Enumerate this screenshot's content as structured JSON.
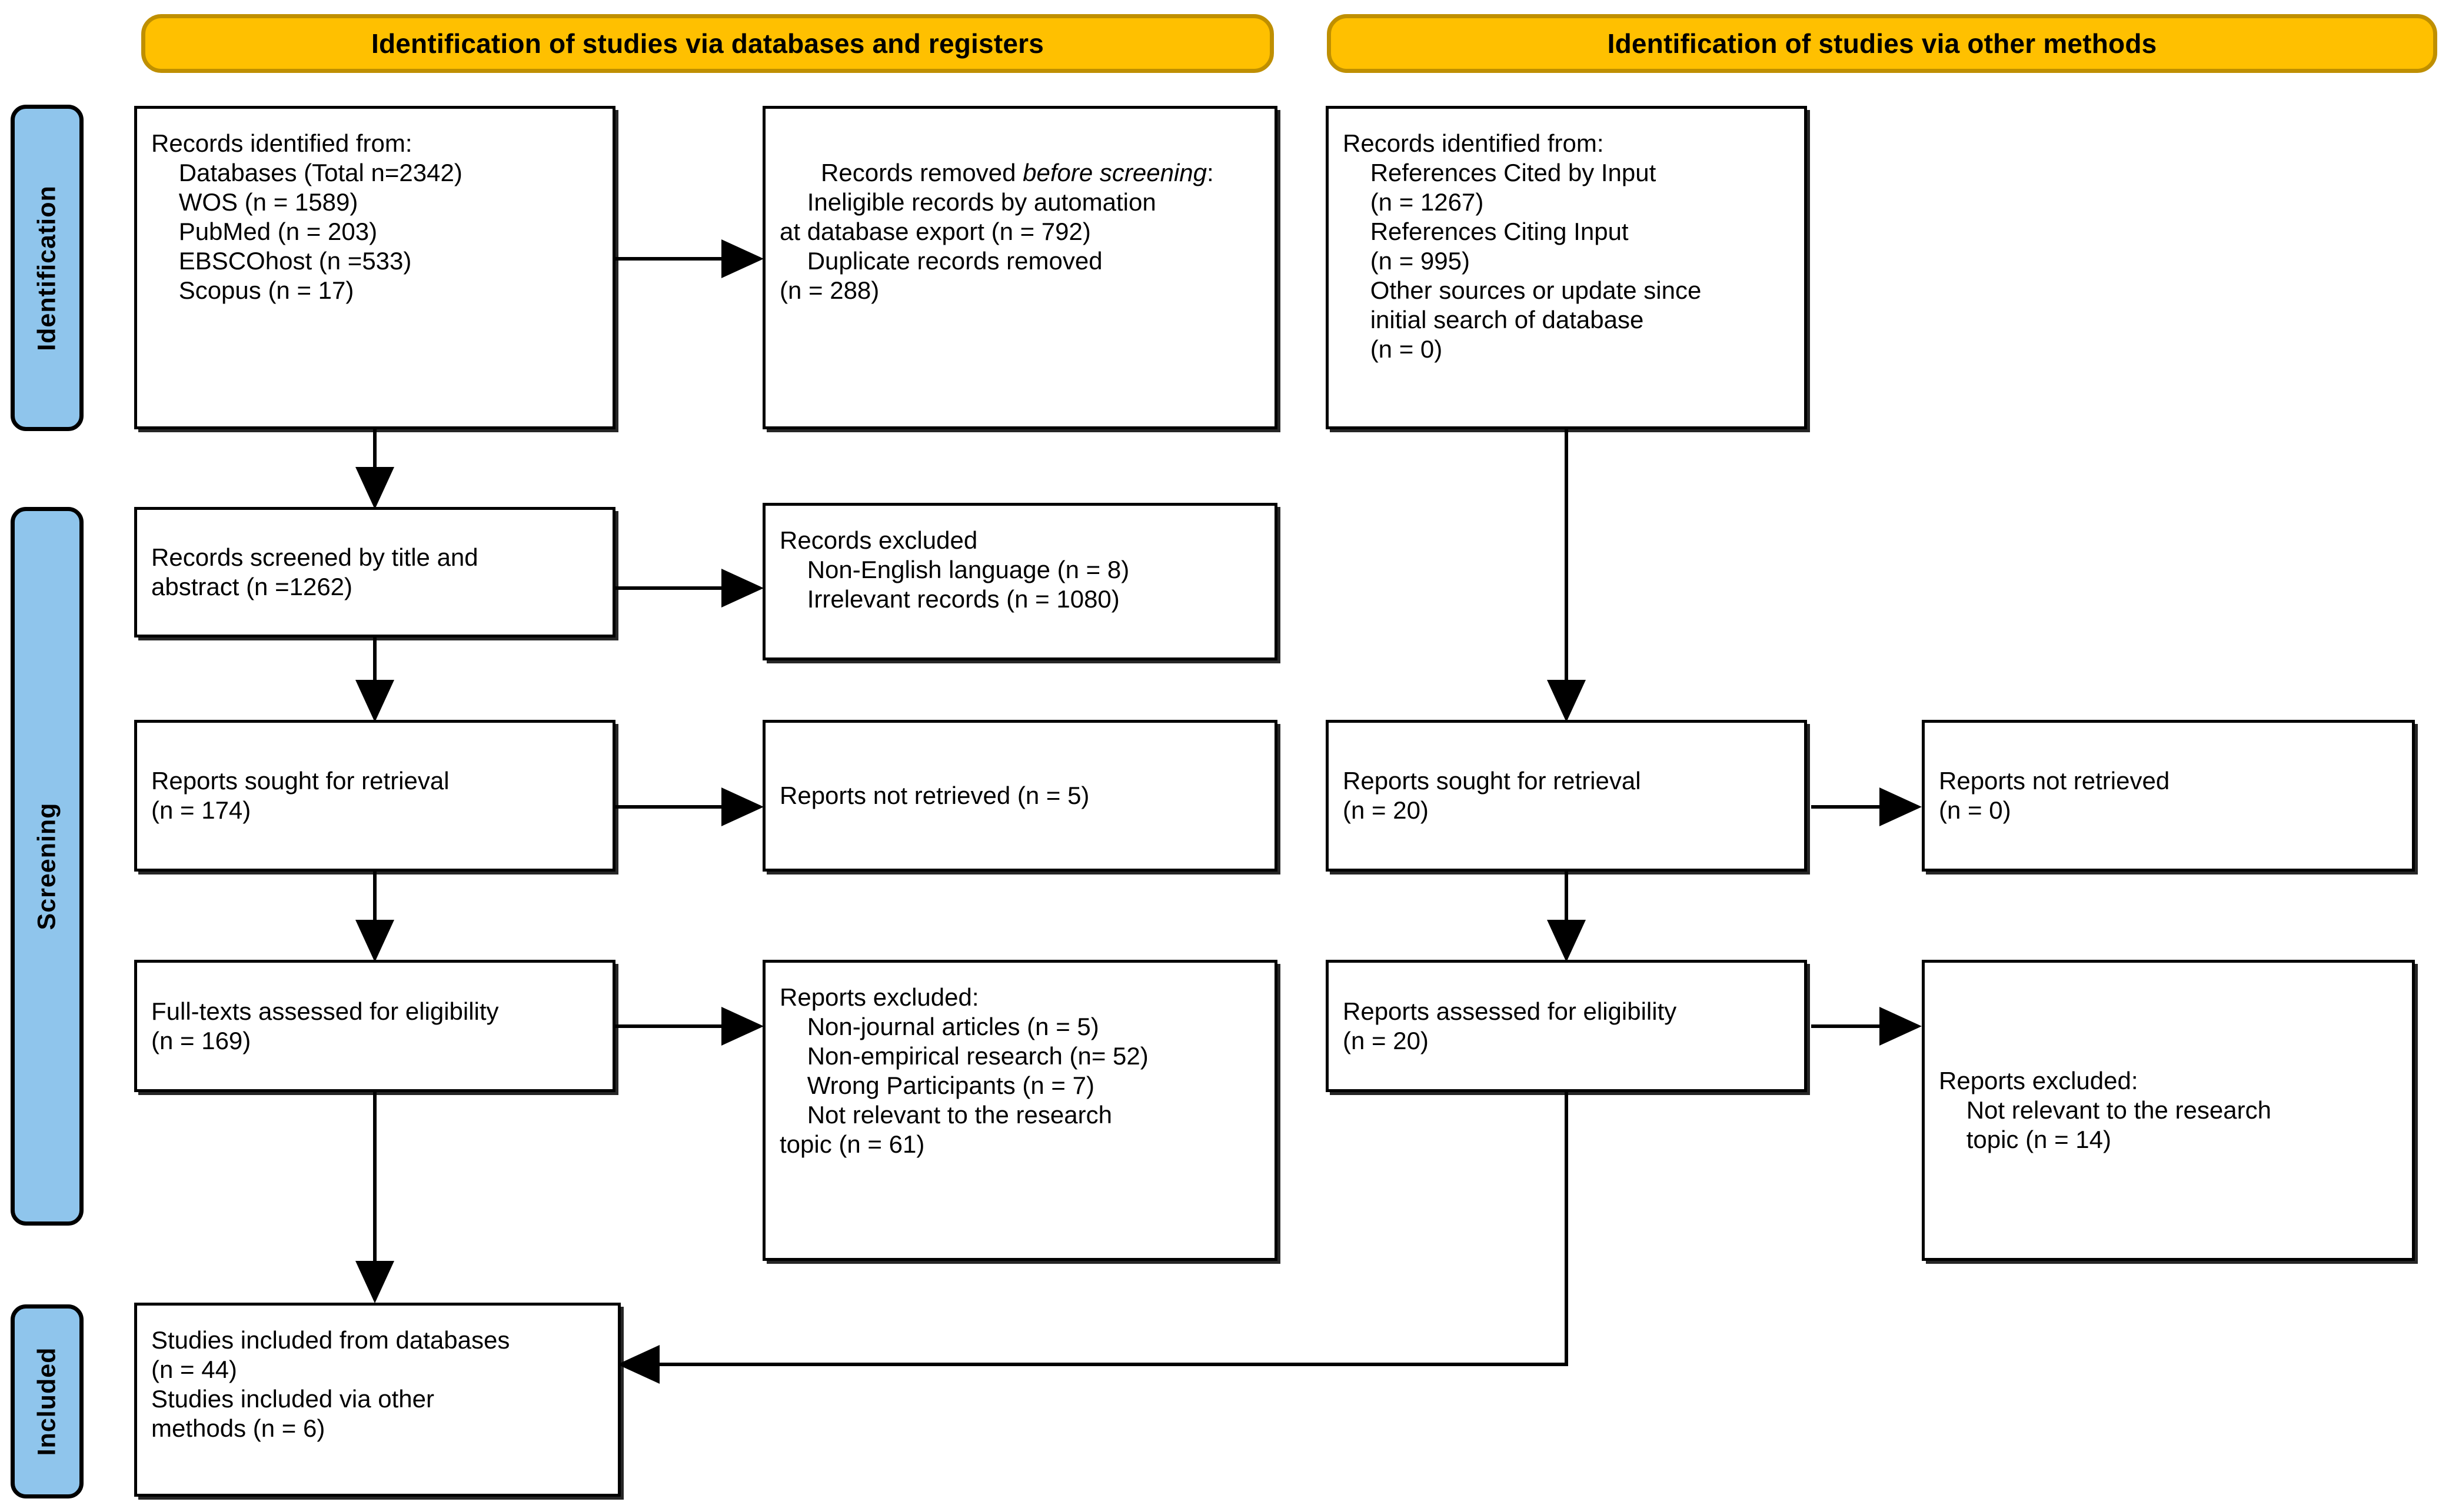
{
  "diagram": {
    "title": "PRISMA 2020 flow diagram",
    "colors": {
      "banner_fill": "#FFC000",
      "banner_border": "#BF8F00",
      "rail_fill": "#8FC5EC",
      "box_border": "#000000",
      "box_fill": "#FFFFFF",
      "text": "#000000"
    }
  },
  "banners": [
    {
      "id": "databases",
      "label": "Identification of studies via databases and registers"
    },
    {
      "id": "other",
      "label": "Identification of studies via other methods"
    }
  ],
  "rails": [
    {
      "id": "identification",
      "label": "Identification"
    },
    {
      "id": "screening",
      "label": "Screening"
    },
    {
      "id": "included",
      "label": "Included"
    }
  ],
  "boxes": {
    "records_identified_db": {
      "name": "records-identified-from-databases",
      "lines": [
        "Records identified from:",
        "    Databases (Total n=2342)",
        "    WOS (n = 1589)",
        "    PubMed (n = 203)",
        "    EBSCOhost (n =533)",
        "    Scopus (n = 17)"
      ]
    },
    "records_removed": {
      "name": "records-removed-before-screening",
      "lead": "Records removed ",
      "lead_italic": "before screening",
      "lead_tail": ":",
      "lines": [
        "    Ineligible records by automation",
        "at database export (n = 792)",
        "    Duplicate records removed",
        "(n = 288)"
      ]
    },
    "records_identified_other": {
      "name": "records-identified-other-methods",
      "lines": [
        "Records identified from:",
        "    References Cited by Input",
        "    (n = 1267)",
        "    References Citing Input",
        "    (n = 995)",
        "    Other sources or update since",
        "    initial search of database",
        "    (n = 0)"
      ]
    },
    "records_screened": {
      "name": "records-screened-title-abstract",
      "lines": [
        "Records screened by title and",
        "abstract (n =1262)"
      ]
    },
    "records_excluded": {
      "name": "records-excluded",
      "lines": [
        "Records excluded",
        "    Non-English language (n = 8)",
        "    Irrelevant records (n = 1080)"
      ]
    },
    "reports_sought_db": {
      "name": "reports-sought-for-retrieval-databases",
      "lines": [
        "Reports sought for retrieval",
        "(n = 174)"
      ]
    },
    "reports_not_retrieved_db": {
      "name": "reports-not-retrieved-databases",
      "lines": [
        "Reports not retrieved (n = 5)"
      ]
    },
    "reports_sought_other": {
      "name": "reports-sought-for-retrieval-other",
      "lines": [
        "Reports sought for retrieval",
        "(n = 20)"
      ]
    },
    "reports_not_retrieved_other": {
      "name": "reports-not-retrieved-other",
      "lines": [
        "Reports not retrieved",
        "(n = 0)"
      ]
    },
    "fulltexts_assessed": {
      "name": "full-texts-assessed-for-eligibility",
      "lines": [
        "Full-texts assessed for eligibility",
        "(n = 169)"
      ]
    },
    "reports_excluded_db": {
      "name": "reports-excluded-databases",
      "lines": [
        "Reports excluded:",
        "    Non-journal articles (n = 5)",
        "    Non-empirical research (n= 52)",
        "    Wrong Participants (n = 7)",
        "    Not relevant to the research",
        "topic (n = 61)"
      ]
    },
    "reports_assessed_other": {
      "name": "reports-assessed-for-eligibility-other",
      "lines": [
        "Reports assessed for eligibility",
        "(n = 20)"
      ]
    },
    "reports_excluded_other": {
      "name": "reports-excluded-other",
      "lines": [
        "Reports excluded:",
        "    Not relevant to the research",
        "    topic (n = 14)"
      ]
    },
    "studies_included": {
      "name": "studies-included",
      "lines": [
        "Studies included from databases",
        "(n = 44)",
        "Studies included via other",
        "methods (n = 6)"
      ]
    }
  },
  "chart_data": {
    "type": "diagram",
    "title": "PRISMA 2020 flow diagram for new systematic reviews",
    "nodes": [
      {
        "id": "records_identified_db",
        "stage": "Identification",
        "stream": "databases",
        "counts": {
          "Databases_total": 2342,
          "WOS": 1589,
          "PubMed": 203,
          "EBSCOhost": 533,
          "Scopus": 17
        }
      },
      {
        "id": "records_removed",
        "stage": "Identification",
        "stream": "databases",
        "counts": {
          "ineligible_by_automation": 792,
          "duplicates_removed": 288
        }
      },
      {
        "id": "records_identified_other",
        "stage": "Identification",
        "stream": "other",
        "counts": {
          "references_cited_by_input": 1267,
          "references_citing_input": 995,
          "other_sources_or_update": 0
        }
      },
      {
        "id": "records_screened",
        "stage": "Screening",
        "stream": "databases",
        "counts": {
          "n": 1262
        }
      },
      {
        "id": "records_excluded",
        "stage": "Screening",
        "stream": "databases",
        "counts": {
          "non_english_language": 8,
          "irrelevant_records": 1080
        }
      },
      {
        "id": "reports_sought_db",
        "stage": "Screening",
        "stream": "databases",
        "counts": {
          "n": 174
        }
      },
      {
        "id": "reports_not_retrieved_db",
        "stage": "Screening",
        "stream": "databases",
        "counts": {
          "n": 5
        }
      },
      {
        "id": "reports_sought_other",
        "stage": "Screening",
        "stream": "other",
        "counts": {
          "n": 20
        }
      },
      {
        "id": "reports_not_retrieved_other",
        "stage": "Screening",
        "stream": "other",
        "counts": {
          "n": 0
        }
      },
      {
        "id": "fulltexts_assessed",
        "stage": "Screening",
        "stream": "databases",
        "counts": {
          "n": 169
        }
      },
      {
        "id": "reports_excluded_db",
        "stage": "Screening",
        "stream": "databases",
        "counts": {
          "non_journal_articles": 5,
          "non_empirical_research": 52,
          "wrong_participants": 7,
          "not_relevant_to_topic": 61
        }
      },
      {
        "id": "reports_assessed_other",
        "stage": "Screening",
        "stream": "other",
        "counts": {
          "n": 20
        }
      },
      {
        "id": "reports_excluded_other",
        "stage": "Screening",
        "stream": "other",
        "counts": {
          "not_relevant_to_topic": 14
        }
      },
      {
        "id": "studies_included",
        "stage": "Included",
        "stream": "both",
        "counts": {
          "from_databases": 44,
          "via_other_methods": 6
        }
      }
    ],
    "edges": [
      {
        "from": "records_identified_db",
        "to": "records_removed",
        "dir": "right"
      },
      {
        "from": "records_identified_db",
        "to": "records_screened",
        "dir": "down"
      },
      {
        "from": "records_screened",
        "to": "records_excluded",
        "dir": "right"
      },
      {
        "from": "records_screened",
        "to": "reports_sought_db",
        "dir": "down"
      },
      {
        "from": "reports_sought_db",
        "to": "reports_not_retrieved_db",
        "dir": "right"
      },
      {
        "from": "reports_sought_db",
        "to": "fulltexts_assessed",
        "dir": "down"
      },
      {
        "from": "fulltexts_assessed",
        "to": "reports_excluded_db",
        "dir": "right"
      },
      {
        "from": "fulltexts_assessed",
        "to": "studies_included",
        "dir": "down"
      },
      {
        "from": "records_identified_other",
        "to": "reports_sought_other",
        "dir": "down"
      },
      {
        "from": "reports_sought_other",
        "to": "reports_not_retrieved_other",
        "dir": "right"
      },
      {
        "from": "reports_sought_other",
        "to": "reports_assessed_other",
        "dir": "down"
      },
      {
        "from": "reports_assessed_other",
        "to": "reports_excluded_other",
        "dir": "right"
      },
      {
        "from": "reports_assessed_other",
        "to": "studies_included",
        "dir": "down-left"
      }
    ]
  }
}
